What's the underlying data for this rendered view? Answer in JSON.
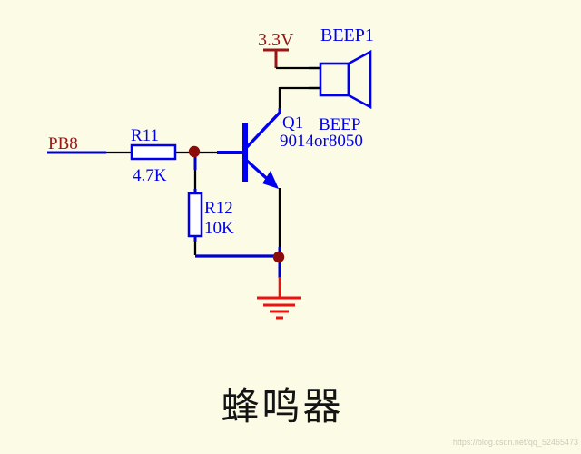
{
  "schematic": {
    "title": "蜂鸣器",
    "power_label": "3.3V",
    "port_label": "PB8",
    "speaker": {
      "ref": "BEEP1",
      "name": "BEEP",
      "type": "buzzer-speaker"
    },
    "transistor": {
      "ref": "Q1",
      "part": "9014or8050",
      "type": "npn-transistor"
    },
    "r11": {
      "ref": "R11",
      "value": "4.7K",
      "type": "resistor"
    },
    "r12": {
      "ref": "R12",
      "value": "10K",
      "type": "resistor"
    },
    "nets": [
      "3.3V",
      "PB8",
      "GND"
    ]
  },
  "watermark": "https://blog.csdn.net/qq_52465473",
  "colors": {
    "background": "#FCFCE6",
    "component_blue": "#0000EE",
    "net_wire_blue": "#0000C8",
    "wire_black": "#000000",
    "power_dark_red": "#9A1515",
    "ground_red": "#F01010",
    "junction_dot": "#8B0A0A",
    "title_black": "#141414",
    "watermark_gray": "#CBCBBC"
  }
}
